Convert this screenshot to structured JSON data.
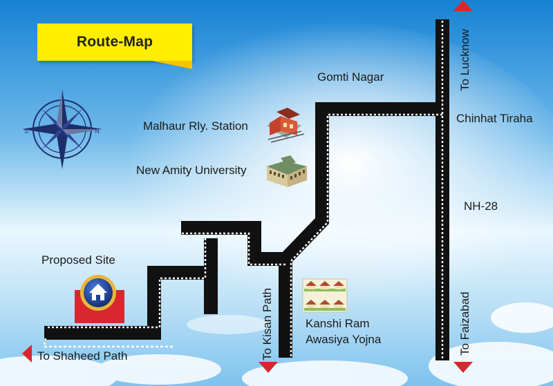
{
  "title": "Route-Map",
  "labels": {
    "gomti_nagar": "Gomti Nagar",
    "to_lucknow": "To Lucknow",
    "chinhat_tiraha": "Chinhat Tiraha",
    "malhaur_station": "Malhaur Rly. Station",
    "amity_university": "New Amity University",
    "nh28": "NH-28",
    "proposed_site": "Proposed Site",
    "to_kisan_path": "To Kisan Path",
    "kanshi_ram_line1": "Kanshi Ram",
    "kanshi_ram_line2": "Awasiya Yojna",
    "to_faizabad": "To Faizabad",
    "to_shaheed_path": "To Shaheed Path"
  },
  "compass_letters": {
    "north": "N",
    "south": "S"
  },
  "colors": {
    "road": "#111111",
    "road_dash": "#ffffff",
    "arrow": "#d8272e",
    "banner": "#ffee00",
    "sky_top": "#1b8bd9",
    "sky_bottom": "#dff2fd",
    "compass": "#1d2e6b",
    "site_block": "#d8272e",
    "home_badge": "#1f3e8f"
  },
  "icons": [
    "compass-rose-icon",
    "railway-station-icon",
    "university-building-icon",
    "home-pin-icon",
    "housing-colony-icon",
    "arrow-up-icon",
    "arrow-down-icon",
    "arrow-left-icon"
  ]
}
